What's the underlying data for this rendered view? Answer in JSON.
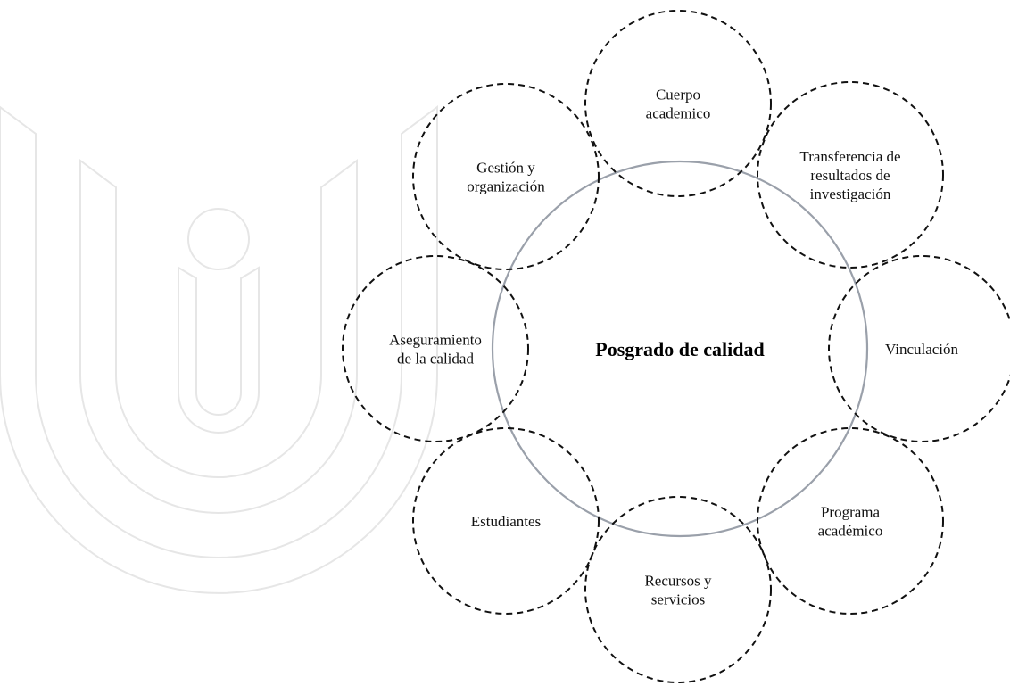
{
  "center": {
    "label": "Posgrado de calidad"
  },
  "nodes": [
    {
      "id": "cuerpo",
      "lines": [
        "Cuerpo",
        "academico"
      ]
    },
    {
      "id": "transferencia",
      "lines": [
        "Transferencia de",
        "resultados de",
        "investigación"
      ]
    },
    {
      "id": "vinculacion",
      "lines": [
        "Vinculación"
      ]
    },
    {
      "id": "programa",
      "lines": [
        "Programa",
        "académico"
      ]
    },
    {
      "id": "recursos",
      "lines": [
        "Recursos y",
        "servicios"
      ]
    },
    {
      "id": "estudiantes",
      "lines": [
        "Estudiantes"
      ]
    },
    {
      "id": "aseguramiento",
      "lines": [
        "Aseguramiento",
        "de la calidad"
      ]
    },
    {
      "id": "gestion",
      "lines": [
        "Gestión y",
        "organización"
      ]
    }
  ],
  "colors": {
    "center_ring": "#9aa0aa",
    "node_ring": "#111111",
    "watermark": "#e6e6e6"
  },
  "watermark": {
    "name": "university-logo-watermark"
  }
}
